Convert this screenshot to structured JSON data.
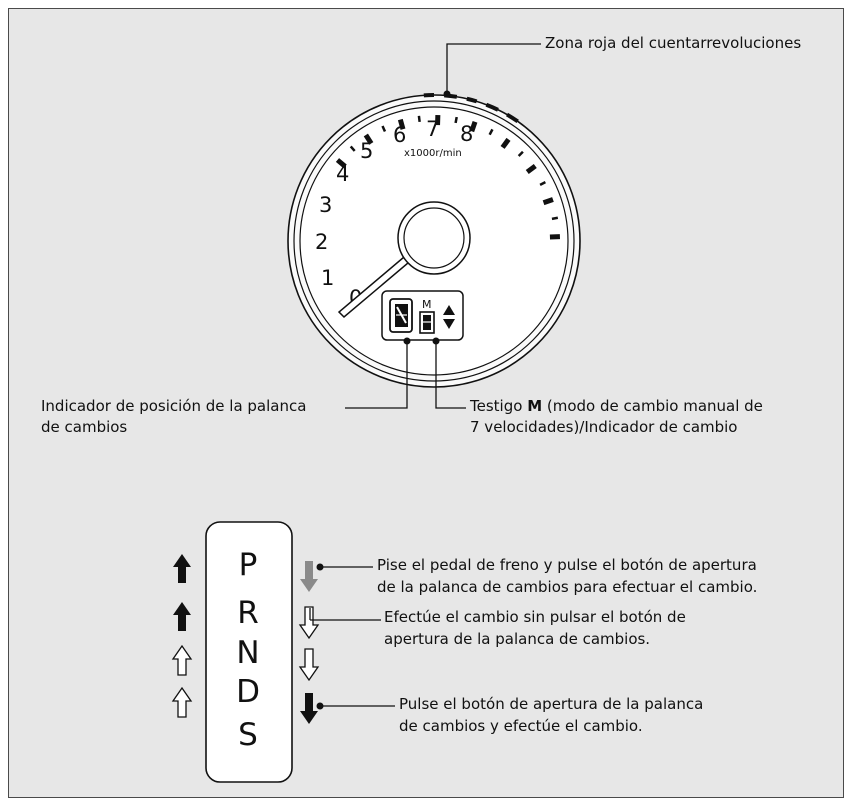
{
  "callouts": {
    "redzone": "Zona roja del cuentarrevoluciones",
    "position_line1": "Indicador de posición de la palanca",
    "position_line2": "de cambios",
    "mlight_pre": "Testigo ",
    "mlight_bold": "M",
    "mlight_post": " (modo de cambio manual de",
    "mlight_line2": "7 velocidades)/Indicador de cambio",
    "brake_line1": "Pise el pedal de freno y pulse el botón de apertura",
    "brake_line2": "de la palanca de cambios para efectuar el cambio.",
    "free_line1": "Efectúe el cambio sin pulsar el botón de",
    "free_line2": "apertura de la palanca de cambios.",
    "release_line1": "Pulse el botón de apertura de la palanca",
    "release_line2": "de cambios y efectúe el cambio."
  },
  "gauge": {
    "numbers": [
      "0",
      "1",
      "2",
      "3",
      "4",
      "5",
      "6",
      "7",
      "8"
    ],
    "unit": "x1000r/min",
    "display_mode_letter": "M"
  },
  "shifter": {
    "gears": [
      "P",
      "R",
      "N",
      "D",
      "S"
    ]
  },
  "colors": {
    "background": "#e7e7e7",
    "ink": "#111111",
    "gray_arrow": "#8a8a8a"
  }
}
